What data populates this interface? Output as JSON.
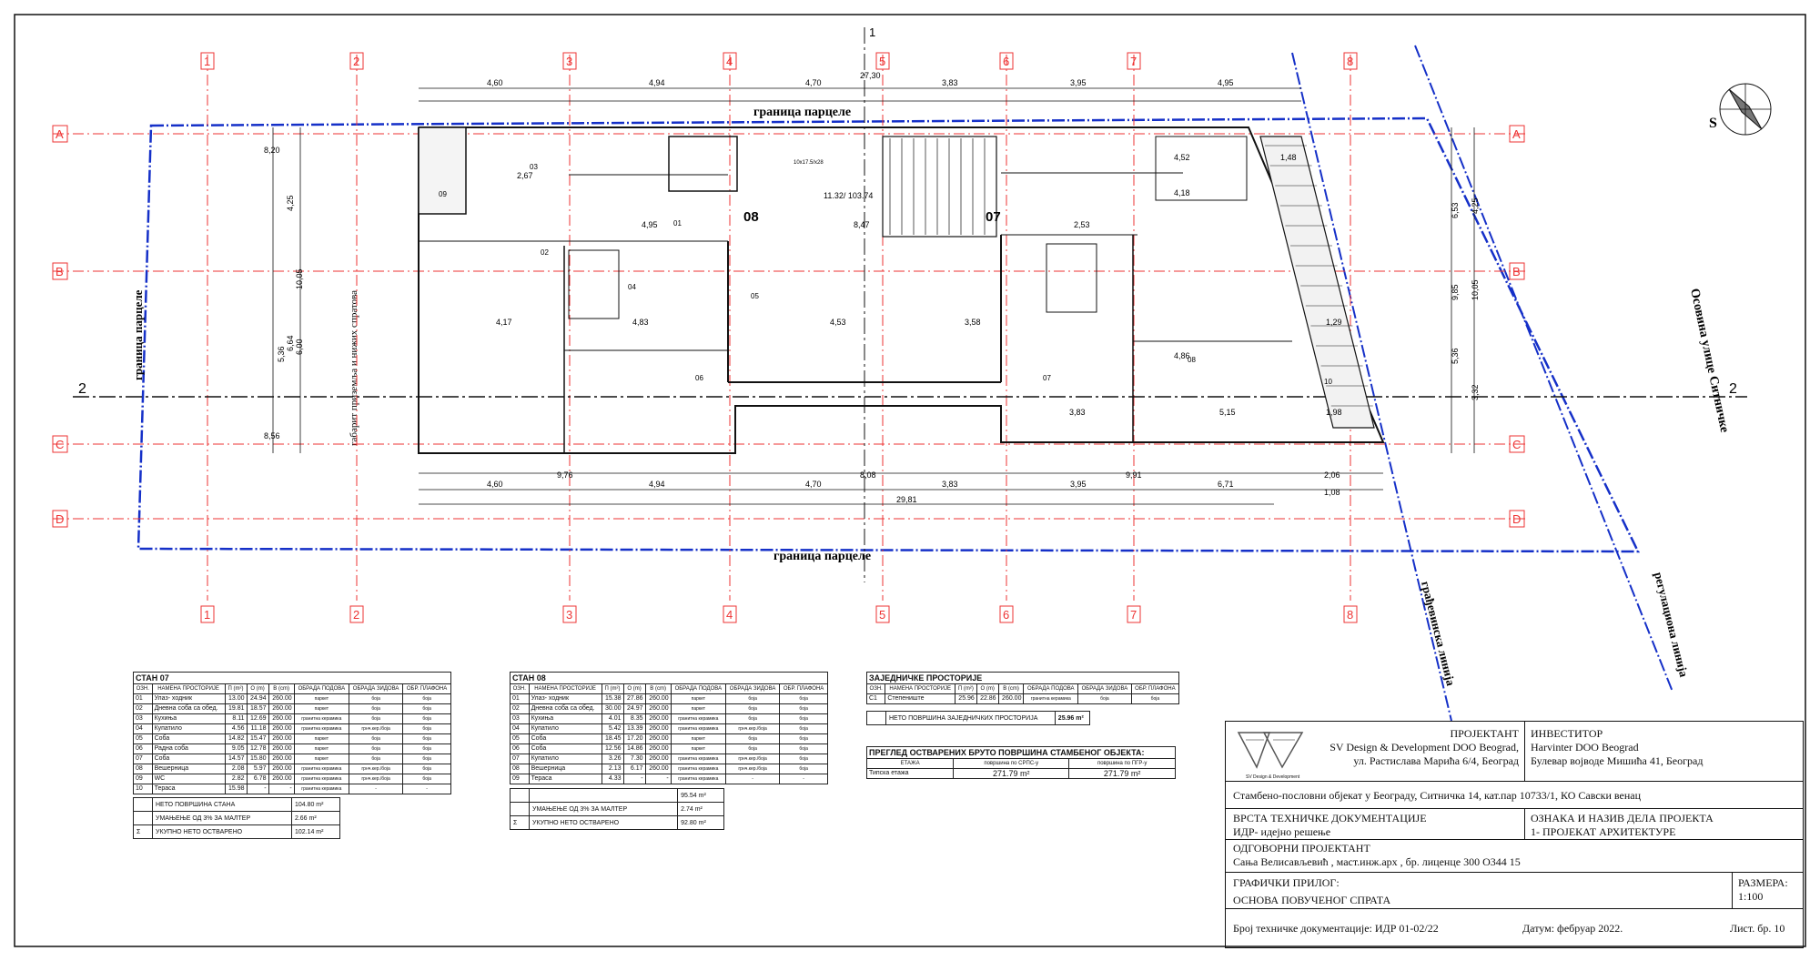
{
  "plan": {
    "parcel_label_top": "граница парцеле",
    "parcel_label_bottom": "граница парцеле",
    "parcel_label_left": "граница парцеле",
    "setback_label": "габарит приземља и нижих спратова",
    "street_label": "Осовина улице Ситничке",
    "building_line_label": "грађевинска линија",
    "regulation_line_label": "регулациона линија",
    "north_label": "S",
    "section_label": "2",
    "section_label_top": "1",
    "col_axes": [
      "1",
      "2",
      "3",
      "4",
      "5",
      "6",
      "7",
      "8"
    ],
    "row_axes": [
      "A",
      "B",
      "C",
      "D"
    ],
    "apartment_labels": [
      "08",
      "07"
    ],
    "top_dims": [
      "4,60",
      "4,94",
      "4,70",
      "3,83",
      "3,95",
      "4,95"
    ],
    "top_overall": "27,30",
    "bottom_dims": [
      "4,60",
      "4,94",
      "4,70",
      "3,83",
      "3,95",
      "6,71"
    ],
    "bottom_overall": "29,81",
    "bottom_mid_dims": [
      "9,76",
      "8,08",
      "9,91",
      "2,06",
      "1,08"
    ],
    "room_dims": [
      "4,17",
      "4,83",
      "4,53",
      "3,58",
      "3,83",
      "4,86",
      "5,15",
      "4,18",
      "2,67",
      "4,95",
      "8,47",
      "2,53",
      "4,52",
      "1,48",
      "1,29",
      "1,98"
    ],
    "left_dims": [
      "8,20",
      "4,25",
      "10,05",
      "5,36",
      "6,64",
      "6,00",
      "8,56"
    ],
    "right_dims": [
      "6,53",
      "4,25",
      "9,85",
      "10,05",
      "5,36",
      "3,32"
    ],
    "room_numbers": [
      "09",
      "03",
      "02",
      "01",
      "04",
      "05",
      "06",
      "07",
      "08",
      "10"
    ],
    "level_mark": "11.32/ 103.74",
    "stair_label": "10x17.5/x28"
  },
  "stan07": {
    "title": "СТАН 07",
    "headers": [
      "ОЗН.",
      "НАМЕНА ПРОСТОРИЈЕ",
      "П (m²)",
      "О (m)",
      "В (cm)",
      "ОБРАДА ПОДОВА",
      "ОБРАДА ЗИДОВА",
      "ОБР. ПЛАФОНА"
    ],
    "rows": [
      [
        "01",
        "Улаз- ходник",
        "13.00",
        "24.94",
        "260.00",
        "паркет",
        "боја",
        "боја"
      ],
      [
        "02",
        "Дневна соба са обед.",
        "19.81",
        "18.57",
        "260.00",
        "паркет",
        "боја",
        "боја"
      ],
      [
        "03",
        "Кухиња",
        "8.11",
        "12.69",
        "260.00",
        "гранитна керамика",
        "боја",
        "боја"
      ],
      [
        "04",
        "Купатило",
        "4.56",
        "11.18",
        "260.00",
        "гранитна керамика",
        "грнч.кер./боја",
        "боја"
      ],
      [
        "05",
        "Соба",
        "14.82",
        "15.47",
        "260.00",
        "паркет",
        "боја",
        "боја"
      ],
      [
        "06",
        "Радна соба",
        "9.05",
        "12.78",
        "260.00",
        "паркет",
        "боја",
        "боја"
      ],
      [
        "07",
        "Соба",
        "14.57",
        "15.80",
        "260.00",
        "паркет",
        "боја",
        "боја"
      ],
      [
        "08",
        "Вешерница",
        "2.08",
        "5.97",
        "260.00",
        "гранитна керамика",
        "грнч.кер./боја",
        "боја"
      ],
      [
        "09",
        "WC",
        "2.82",
        "6.78",
        "260.00",
        "гранитна керамика",
        "грнч.кер./боја",
        "боја"
      ],
      [
        "10",
        "Тераса",
        "15.98",
        "-",
        "-",
        "гранитна керамика",
        "-",
        "-"
      ]
    ],
    "net_label": "НЕТО ПОВРШИНА СТАНА",
    "net_value": "104.80 m²",
    "reduce_label": "УМАЊЕЊЕ ОД 3% ЗА МАЛТЕР",
    "reduce_value": "2.66 m²",
    "total_symbol": "Σ",
    "total_label": "УКУПНО НЕТО ОСТВАРЕНО",
    "total_value": "102.14 m²"
  },
  "stan08": {
    "title": "СТАН 08",
    "headers": [
      "ОЗН.",
      "НАМЕНА ПРОСТОРИЈЕ",
      "П (m²)",
      "О (m)",
      "В (cm)",
      "ОБРАДА ПОДОВА",
      "ОБРАДА ЗИДОВА",
      "ОБР. ПЛАФОНА"
    ],
    "rows": [
      [
        "01",
        "Улаз- ходник",
        "15.38",
        "27.86",
        "260.00",
        "паркет",
        "боја",
        "боја"
      ],
      [
        "02",
        "Дневна соба са обед.",
        "30.00",
        "24.97",
        "260.00",
        "паркет",
        "боја",
        "боја"
      ],
      [
        "03",
        "Кухиња",
        "4.01",
        "8.35",
        "260.00",
        "гранитна керамика",
        "боја",
        "боја"
      ],
      [
        "04",
        "Купатило",
        "5.42",
        "13.39",
        "260.00",
        "гранитна керамика",
        "грнч.кер./боја",
        "боја"
      ],
      [
        "05",
        "Соба",
        "18.45",
        "17.20",
        "260.00",
        "паркет",
        "боја",
        "боја"
      ],
      [
        "06",
        "Соба",
        "12.56",
        "14.86",
        "260.00",
        "паркет",
        "боја",
        "боја"
      ],
      [
        "07",
        "Купатило",
        "3.26",
        "7.30",
        "260.00",
        "гранитна керамика",
        "грнч.кер./боја",
        "боја"
      ],
      [
        "08",
        "Вешерница",
        "2.13",
        "6.17",
        "260.00",
        "гранитна керамика",
        "грнч.кер./боја",
        "боја"
      ],
      [
        "09",
        "Тераса",
        "4.33",
        "-",
        "-",
        "гранитна керамика",
        "-",
        "-"
      ]
    ],
    "net_value": "95.54 m²",
    "reduce_label": "УМАЊЕЊЕ ОД 3% ЗА МАЛТЕР",
    "reduce_value": "2.74 m²",
    "total_symbol": "Σ",
    "total_label": "УКУПНО НЕТО ОСТВАРЕНО",
    "total_value": "92.80 m²"
  },
  "common": {
    "title": "ЗАЈЕДНИЧКЕ ПРОСТОРИЈЕ",
    "headers": [
      "ОЗН.",
      "НАМЕНА ПРОСТОРИЈЕ",
      "П (m²)",
      "О (m)",
      "В (cm)",
      "ОБРАДА ПОДОВА",
      "ОБРАДА ЗИДОВА",
      "ОБР. ПЛАФОНА"
    ],
    "rows": [
      [
        "С1",
        "Степениште",
        "25.96",
        "22.86",
        "260.00",
        "гранитна керамика",
        "боја",
        "боја"
      ]
    ],
    "net_label": "НЕТО ПОВРШИНА ЗАЈЕДНИЧКИХ ПРОСТОРИЈА",
    "net_value": "25.96 m²"
  },
  "gross": {
    "title": "ПРЕГЛЕД ОСТВАРЕНИХ БРУТО ПОВРШИНА СТАМБЕНОГ ОБЈЕКТА:",
    "headers": [
      "ЕТАЖА",
      "површина по СРПС-у",
      "површина по ПГР-у"
    ],
    "row": [
      "Типска етажа",
      "271.79 m²",
      "271.79 m²"
    ]
  },
  "title_block": {
    "designer_label": "ПРОЈЕКТАНТ",
    "designer_name": "SV Design & Development DOO Beograd,",
    "designer_address": "ул. Растислава Марића 6/4, Београд",
    "logo_caption": "SV Design & Development",
    "investor_label": "ИНВЕСТИТОР",
    "investor_name": "Harvinter DOO Beograd",
    "investor_address": "Булевар војводе Мишића 41, Београд",
    "project_title": "Стамбено-пословни објекат у Београду, Ситничка 14, кат.пар 10733/1, КО Савски венац",
    "doc_type_label": "ВРСТА ТЕХНИЧКЕ ДОКУМЕНТАЦИЈЕ",
    "doc_type_value": "ИДР- идејно решење",
    "part_label": "ОЗНАКА И НАЗИВ ДЕЛА ПРОЈЕКТА",
    "part_value": "1- ПРОЈЕКАТ АРХИТЕКТУРЕ",
    "responsible_label": "ОДГОВОРНИ ПРОЈЕКТАНТ",
    "responsible_value": "Сања Велисављевић , маст.инж.арх ,  бр. лиценце 300 О344 15",
    "drawing_label": "ГРАФИЧКИ ПРИЛОГ:",
    "drawing_value": "ОСНОВА ПОВУЧЕНОГ СПРАТА",
    "scale_label": "РАЗМЕРА:",
    "scale_value": "1:100",
    "docno": "Број техничке документације: ИДР 01-02/22",
    "date": "Датум: фебруар 2022.",
    "sheet": "Лист. бр. 10"
  }
}
